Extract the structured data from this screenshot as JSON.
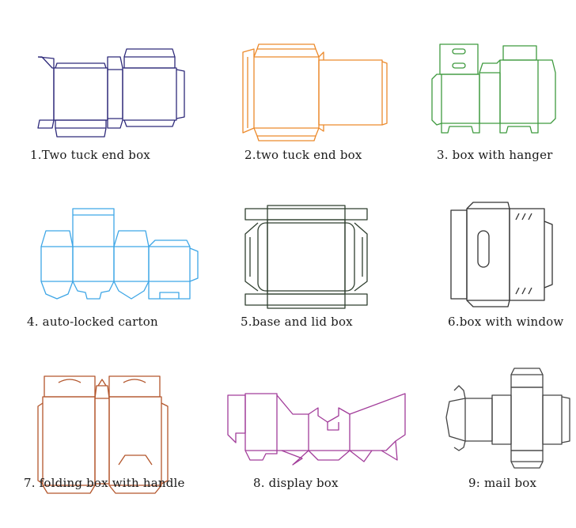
{
  "boxes": [
    {
      "label": "1.Two tuck end box",
      "color": "#2e2a7a"
    },
    {
      "label": "2.two tuck end box",
      "color": "#ec8a2c"
    },
    {
      "label": "3.  box with hanger",
      "color": "#3f9a3f"
    },
    {
      "label": "4.  auto-locked carton",
      "color": "#3ea6e6"
    },
    {
      "label": "5.base and lid box",
      "color": "#2f3f2f"
    },
    {
      "label": "6.box with window",
      "color": "#333333"
    },
    {
      "label": "7. folding box with handle",
      "color": "#b3562c"
    },
    {
      "label": "8.  display box",
      "color": "#a23d9a"
    },
    {
      "label": "9: mail box",
      "color": "#444444"
    }
  ]
}
